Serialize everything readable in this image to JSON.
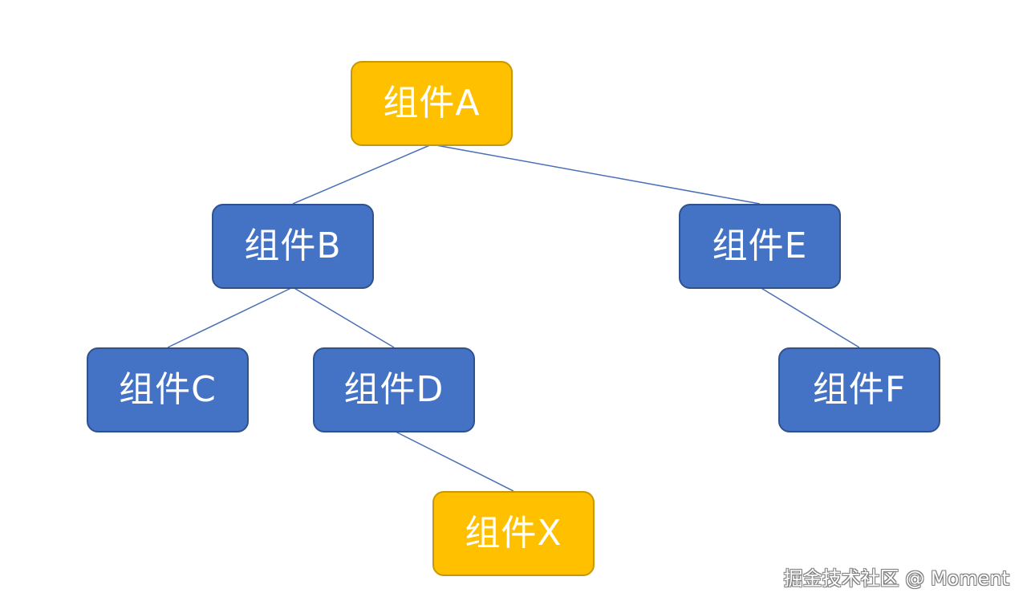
{
  "diagram": {
    "nodes": {
      "a": {
        "label": "组件A",
        "color": "#ffc000"
      },
      "b": {
        "label": "组件B",
        "color": "#4472c4"
      },
      "c": {
        "label": "组件C",
        "color": "#4472c4"
      },
      "d": {
        "label": "组件D",
        "color": "#4472c4"
      },
      "e": {
        "label": "组件E",
        "color": "#4472c4"
      },
      "f": {
        "label": "组件F",
        "color": "#4472c4"
      },
      "x": {
        "label": "组件X",
        "color": "#ffc000"
      }
    },
    "edges": [
      {
        "from": "a",
        "to": "b"
      },
      {
        "from": "a",
        "to": "e"
      },
      {
        "from": "b",
        "to": "c"
      },
      {
        "from": "b",
        "to": "d"
      },
      {
        "from": "e",
        "to": "f"
      },
      {
        "from": "d",
        "to": "x"
      }
    ],
    "connector_color": "#4a6fb8"
  },
  "watermark": "掘金技术社区 @ Moment"
}
